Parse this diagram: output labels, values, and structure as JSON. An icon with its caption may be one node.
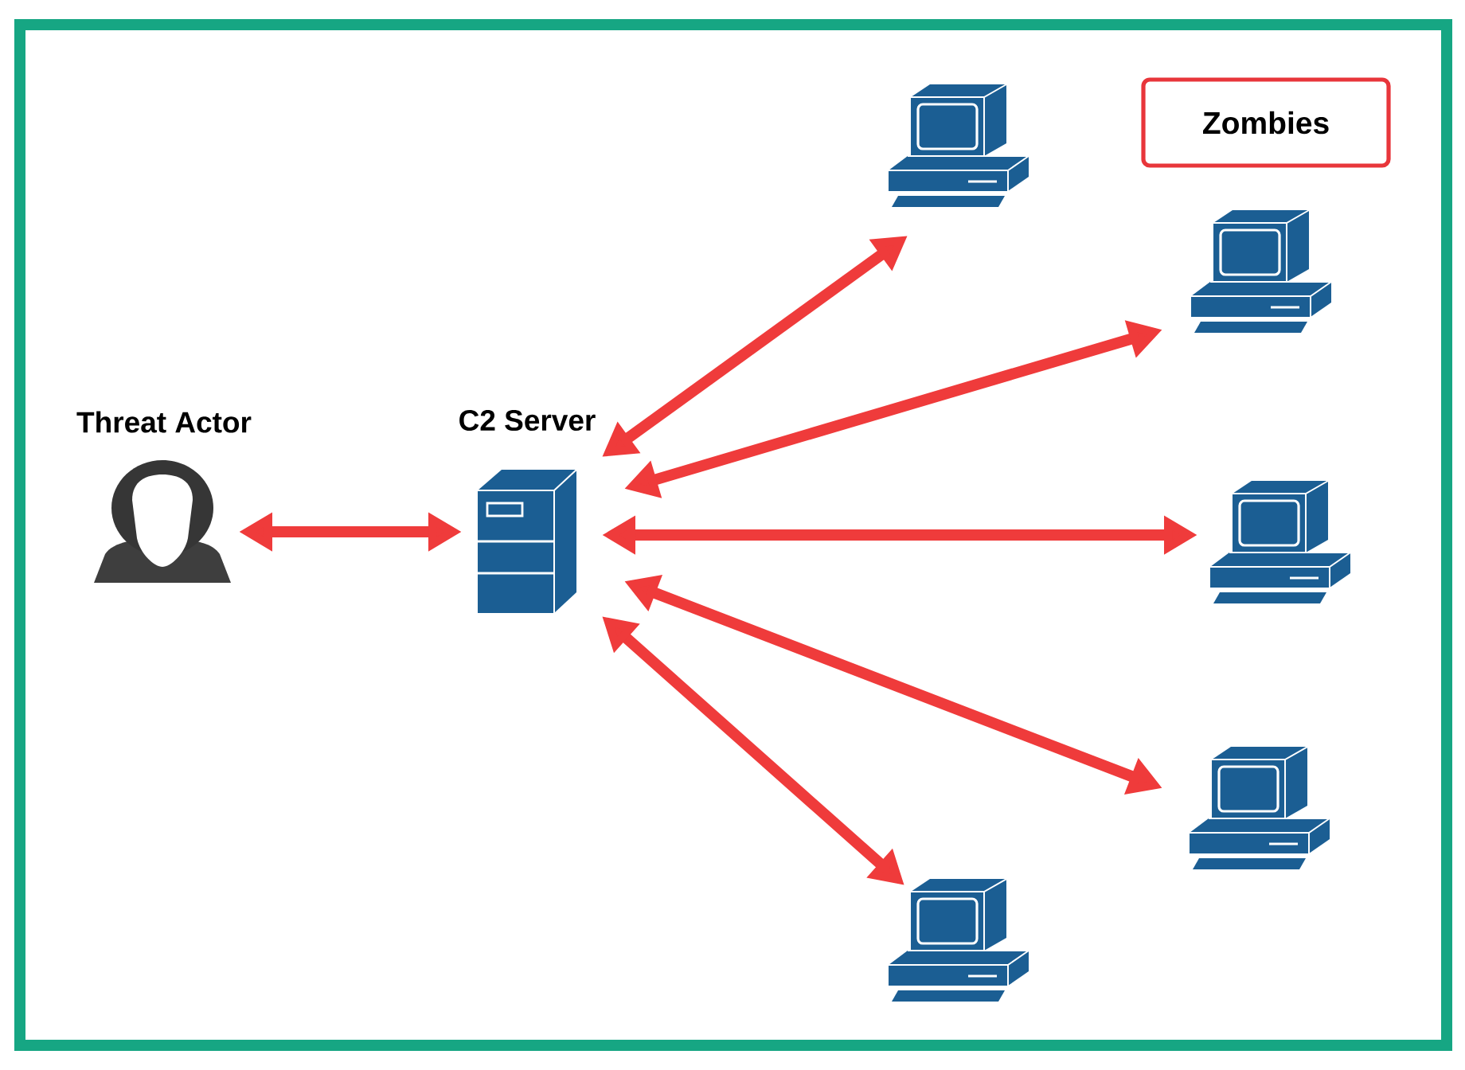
{
  "diagram": {
    "nodes": [
      {
        "text": [
          "Threat Actor"
        ]
      },
      {
        "text": [
          "C2 Server"
        ]
      },
      {
        "text": [],
        "shape": "picture"
      },
      {
        "text": [],
        "shape": "picture"
      },
      {
        "text": [],
        "shape": "picture"
      },
      {
        "text": [],
        "shape": "picture"
      },
      {
        "text": [],
        "shape": "picture"
      },
      {
        "text": [
          "Zombies"
        ]
      }
    ],
    "edges": [
      {
        "from": 0,
        "to": 1,
        "arrow": "both"
      },
      {
        "from": 1,
        "to": 2,
        "arrow": "both"
      },
      {
        "from": 1,
        "to": 3,
        "arrow": "both"
      },
      {
        "from": 1,
        "to": 4,
        "arrow": "both"
      },
      {
        "from": 1,
        "to": 5,
        "arrow": "both"
      },
      {
        "from": 1,
        "to": 6,
        "arrow": "both"
      }
    ]
  }
}
